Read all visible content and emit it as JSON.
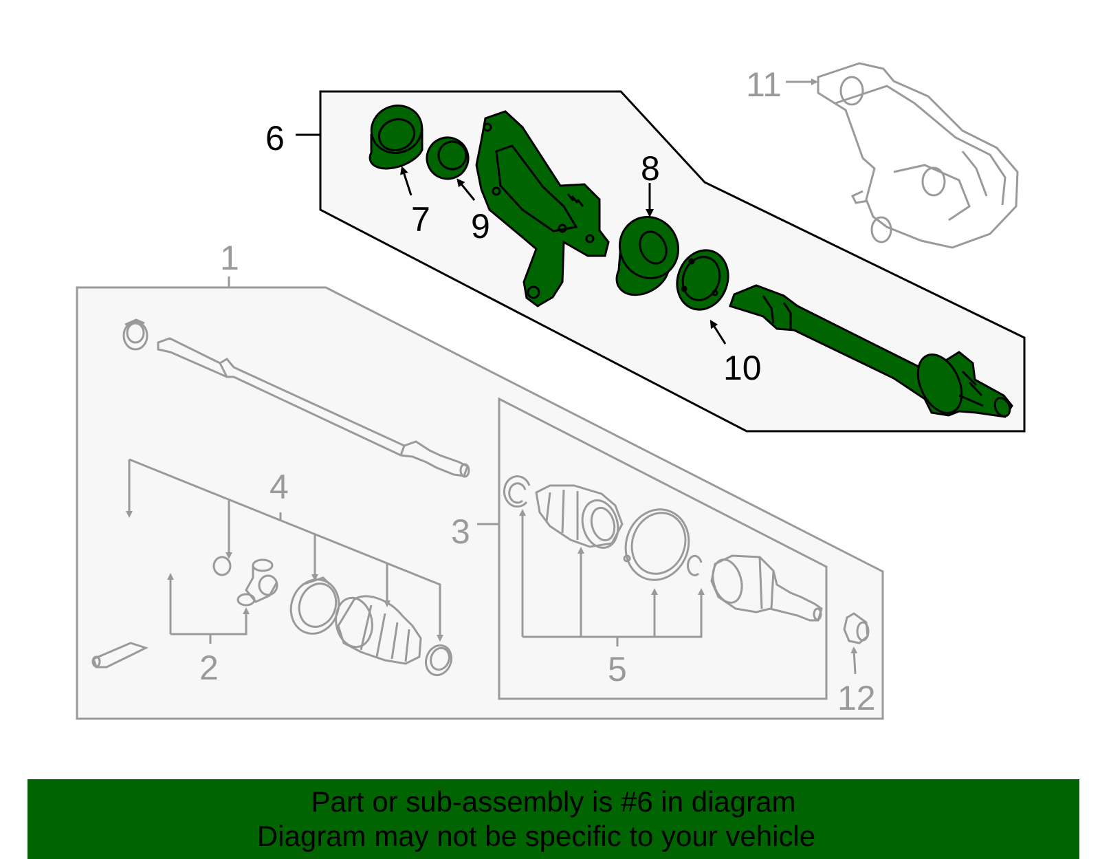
{
  "callouts": {
    "c1": "1",
    "c2": "2",
    "c3": "3",
    "c4": "4",
    "c5": "5",
    "c6": "6",
    "c7": "7",
    "c8": "8",
    "c9": "9",
    "c10": "10",
    "c11": "11",
    "c12": "12"
  },
  "banner": {
    "line1": "Part or sub-assembly is #6 in diagram",
    "line2": "Diagram may not be specific to your vehicle"
  },
  "colors": {
    "highlight_fill": "#006400",
    "outline_gray": "#9a9a9a",
    "panel_fill": "#f7f7f7",
    "banner": "#006400"
  },
  "highlighted_part": "6"
}
